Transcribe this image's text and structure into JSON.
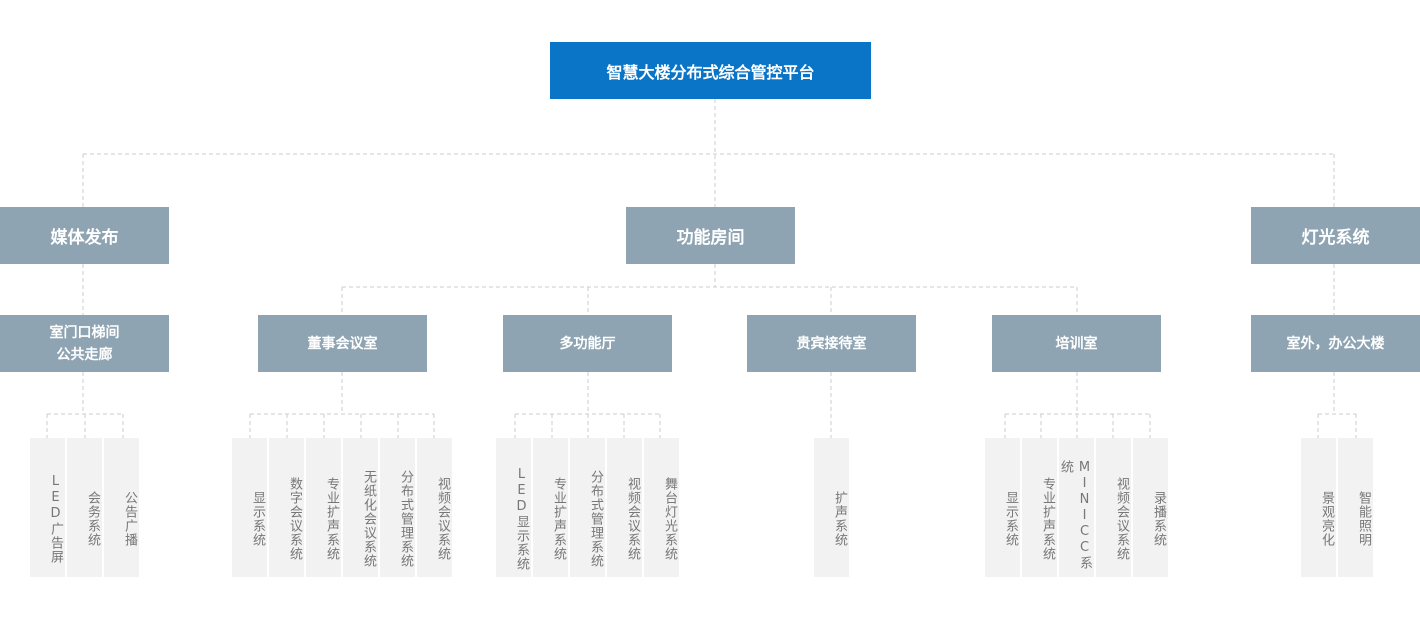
{
  "root": "智慧大楼分布式综合管控平台",
  "categories": {
    "media": "媒体发布",
    "rooms": "功能房间",
    "lighting": "灯光系统"
  },
  "rooms": {
    "lobby_line1": "室门口梯间",
    "lobby_line2": "公共走廊",
    "board": "董事会议室",
    "multi": "多功能厅",
    "vip": "贵宾接待室",
    "training": "培训室",
    "outdoor": "室外，办公大楼"
  },
  "leaves": {
    "lobby": [
      "LED广告屏",
      "会务系统",
      "公告广播"
    ],
    "board": [
      "显示系统",
      "数字会议系统",
      "专业扩声系统",
      "无纸化会议系统",
      "分布式管理系统",
      "视频会议系统"
    ],
    "multi": [
      "LED显示系统",
      "专业扩声系统",
      "分布式管理系统",
      "视频会议系统",
      "舞台灯光系统"
    ],
    "vip": [
      "扩声系统"
    ],
    "training": [
      "显示系统",
      "专业扩声系统",
      "MINICC系统",
      "视频会议系统",
      "录播系统"
    ],
    "outdoor": [
      "景观亮化",
      "智能照明"
    ]
  }
}
